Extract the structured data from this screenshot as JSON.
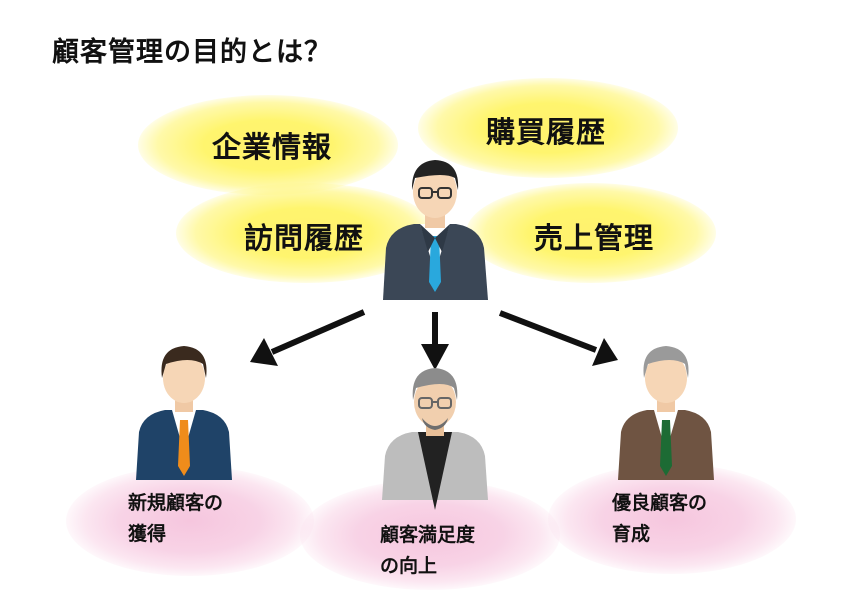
{
  "title": "顧客管理の目的とは？",
  "info_bubbles": [
    "企業情報",
    "購買履歴",
    "訪問履歴",
    "売上管理"
  ],
  "outcomes": [
    {
      "line1": "新規顧客の",
      "line2": "獲得"
    },
    {
      "line1": "顧客満足度",
      "line2": "の向上"
    },
    {
      "line1": "優良顧客の",
      "line2": "育成"
    }
  ],
  "colors": {
    "bubble_yellow": "#fff36e",
    "outcome_pink": "#f7c9e0",
    "suit_navy": "#3b4756",
    "tie_blue": "#29a8dd",
    "suit_blue": "#1f4368",
    "tie_orange": "#ef8c1b",
    "suit_gray": "#bdbdbd",
    "suit_brown": "#6f5442",
    "tie_green": "#1d6b34"
  }
}
